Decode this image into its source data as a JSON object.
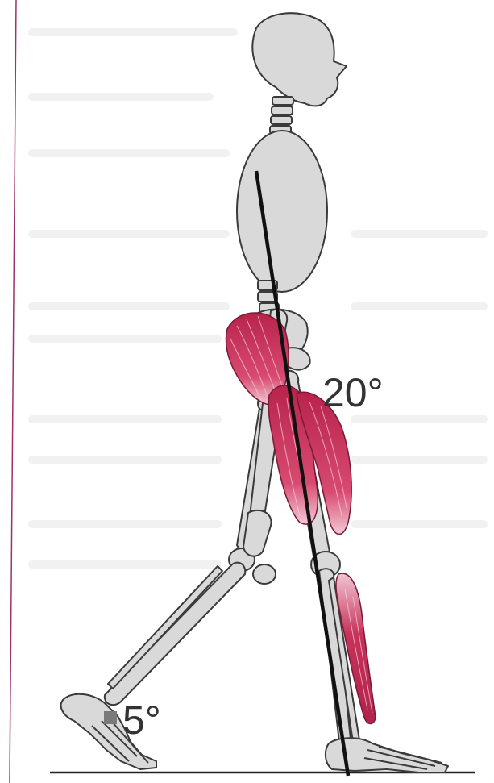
{
  "figure": {
    "angles": {
      "trunk": "20°",
      "ankle": "5°"
    },
    "colors": {
      "bone_fill": "#d9d9d9",
      "bone_stroke": "#3a3a3a",
      "muscle": "#c8325a",
      "muscle_light": "#e8a2b6",
      "axis_line": "#111111",
      "page_edge": "#a0306a",
      "label": "#333333"
    },
    "icons": [
      "skeleton-figure",
      "muscle-hamstrings",
      "muscle-gluteus",
      "muscle-calf"
    ]
  }
}
